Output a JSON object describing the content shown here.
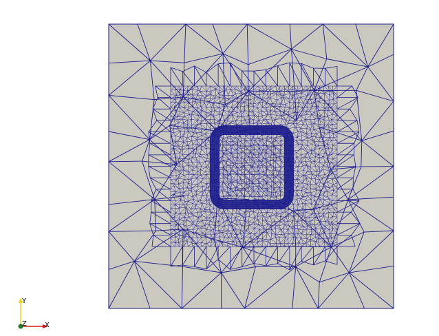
{
  "viewport": {
    "background_color": "#ffffff"
  },
  "mesh": {
    "face_color": "#cac8bf",
    "edge_color": "#1a1a8c"
  },
  "orientation_axes": {
    "x_label": "X",
    "y_label": "Y",
    "z_label": "Z",
    "x_color": "#d11a1a",
    "y_color": "#e8d21b",
    "z_color": "#1a7a2a"
  }
}
